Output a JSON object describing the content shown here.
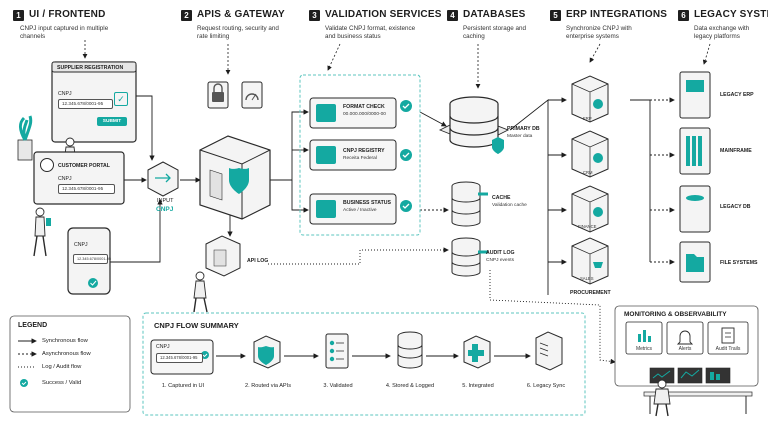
{
  "sections": [
    {
      "num": "1",
      "title": "UI / FRONTEND",
      "desc": "CNPJ input captured in multiple channels"
    },
    {
      "num": "2",
      "title": "APIS & GATEWAY",
      "desc": "Request routing, security and rate limiting"
    },
    {
      "num": "3",
      "title": "VALIDATION SERVICES",
      "desc": "Validate CNPJ format, existence and business status"
    },
    {
      "num": "4",
      "title": "DATABASES",
      "desc": "Persistent storage and caching"
    },
    {
      "num": "5",
      "title": "ERP INTEGRATIONS",
      "desc": "Synchronize CNPJ with enterprise systems"
    },
    {
      "num": "6",
      "title": "LEGACY SYSTEMS",
      "desc": "Data exchange with legacy platforms"
    }
  ],
  "frontend": {
    "supplier": {
      "title": "SUPPLIER REGISTRATION",
      "field_label": "CNPJ",
      "value": "12.345.678/0001-95",
      "submit": "SUBMIT"
    },
    "portal": {
      "title": "CUSTOMER PORTAL",
      "field_label": "CNPJ",
      "value": "12.345.678/0001-95"
    },
    "mobile": {
      "field_label": "CNPJ",
      "value": "12.345.678/0001-95"
    },
    "input_label_1": "INPUT",
    "input_label_2": "CNPJ"
  },
  "gateway": {
    "api_log": "API LOG"
  },
  "validation": [
    {
      "title": "FORMAT CHECK",
      "sub": "00.000.000/0000-00"
    },
    {
      "title": "CNPJ REGISTRY",
      "sub": "Receita Federal"
    },
    {
      "title": "BUSINESS STATUS",
      "sub": "Active / Inactive"
    }
  ],
  "databases": [
    {
      "title": "PRIMARY DB",
      "sub": "Master data"
    },
    {
      "title": "CACHE",
      "sub": "Validation cache"
    },
    {
      "title": "AUDIT LOG",
      "sub": "CNPJ events"
    }
  ],
  "erp": {
    "erp": "ERP",
    "crm": "CRM",
    "finance": "FINANCE",
    "sales": "SALES",
    "procurement": "PROCUREMENT"
  },
  "legacy": [
    "LEGACY ERP",
    "MAINFRAME",
    "LEGACY DB",
    "FILE SYSTEMS"
  ],
  "legend": {
    "title": "LEGEND",
    "items": [
      "Synchronous flow",
      "Asynchronous flow",
      "Log / Audit flow",
      "Success / Valid"
    ]
  },
  "summary": {
    "title": "CNPJ FLOW SUMMARY",
    "cnpj_label": "CNPJ",
    "cnpj_value": "12.345.678/0001-95",
    "steps": [
      "1. Captured in UI",
      "2. Routed via APIs",
      "3. Validated",
      "4. Stored & Logged",
      "5. Integrated",
      "6. Legacy Sync"
    ]
  },
  "monitoring": {
    "title": "MONITORING & OBSERVABILITY",
    "items": [
      "Metrics",
      "Alerts",
      "Audit Trails"
    ]
  },
  "colors": {
    "accent": "#14a9a1",
    "line": "#1d1d1d",
    "dash_box": "#5cc6bf"
  }
}
